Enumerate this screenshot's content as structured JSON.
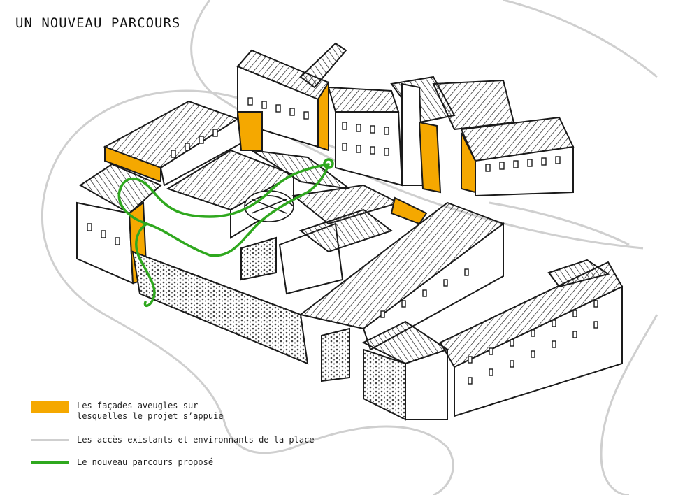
{
  "title": "UN NOUVEAU PARCOURS",
  "legend": [
    {
      "label": "Les façades aveugles sur\nlesquelles le projet s’appuie",
      "color": "#f5a800",
      "kind": "fill"
    },
    {
      "label": "Les accès existants et environnants de la place",
      "color": "#cfcfcf",
      "kind": "line"
    },
    {
      "label": "Le nouveau parcours proposé",
      "color": "#2fa81e",
      "kind": "line"
    }
  ],
  "colors": {
    "ink": "#1a1a1a",
    "blind_facade": "#f5a800",
    "existing_access": "#cfcfcf",
    "new_route": "#2fa81e",
    "stone": "#bdbdbd"
  }
}
